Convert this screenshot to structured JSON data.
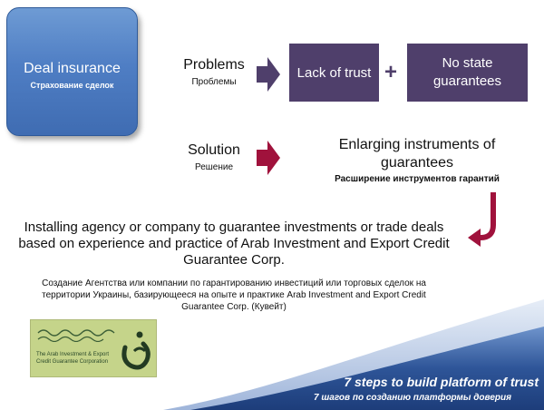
{
  "deal": {
    "title": "Deal insurance",
    "subtitle": "Страхование сделок"
  },
  "problems": {
    "label": "Problems",
    "label_ru": "Проблемы",
    "box1": "Lack of trust",
    "plus": "+",
    "box2_line1": "No state",
    "box2_line2": "guarantees"
  },
  "solution": {
    "label": "Solution",
    "label_ru": "Решение",
    "title_line1": "Enlarging instruments of",
    "title_line2": "guarantees",
    "title_ru": "Расширение инструментов гарантий"
  },
  "install": {
    "line1": "Installing agency or company to guarantee investments or trade deals",
    "line2": "based on experience and practice of Arab Investment and Export Credit",
    "line3": "Guarantee Corp.",
    "ru_line1": "Создание Агентства или компании по гарантированию инвестиций или торговых сделок на",
    "ru_line2": "территории Украины, базирующееся на опыте и практике Arab Investment and Export Credit",
    "ru_line3": "Guarantee Corp. (Кувейт)"
  },
  "logo": {
    "line1": "The Arab Investment & Export",
    "line2": "Credit Guarantee Corporation"
  },
  "banner": {
    "title": "7 steps to build platform of trust",
    "subtitle": "7 шагов по созданию платформы доверия"
  },
  "colors": {
    "deal_box": "#4f7ec4",
    "purple_box": "#4f3f6b",
    "arrow_dark": "#4f3f6b",
    "arrow_red": "#a0123c",
    "banner": "#2a4d8f"
  }
}
